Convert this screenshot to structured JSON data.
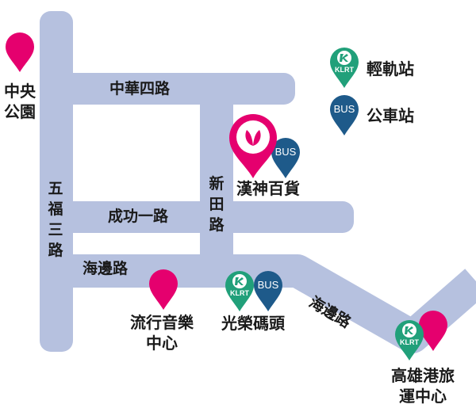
{
  "colors": {
    "road": "#b6c1df",
    "landmark_pin": "#e5006e",
    "klrt_pin": "#21a07a",
    "bus_pin": "#1e5a8a"
  },
  "roads": {
    "zhonghua4": "中華四路",
    "wufu3": "五福三路",
    "xintian": "新田路",
    "chenggong1": "成功一路",
    "haibian_west": "海邊路",
    "haibian_east": "海邊路"
  },
  "places": {
    "central_park": "中央公園",
    "hanshin": "漢神百貨",
    "music_center": "流行音樂中心",
    "guangrong": "光榮碼頭",
    "port_terminal": "高雄港旅運中心"
  },
  "badges": {
    "klrt": "KLRT",
    "bus": "BUS"
  },
  "legend": {
    "klrt_label": "輕軌站",
    "bus_label": "公車站"
  }
}
